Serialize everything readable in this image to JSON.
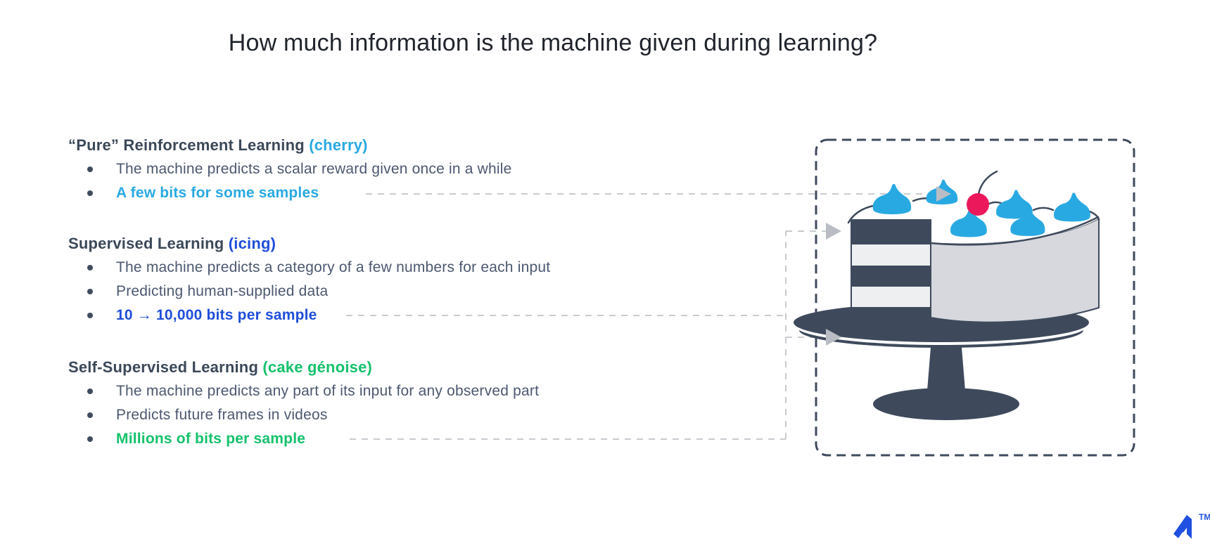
{
  "title": "How much information is the machine given during learning?",
  "sections": [
    {
      "heading": "“Pure” Reinforcement Learning",
      "tag": "(cherry)",
      "tag_color": "#29a9e2",
      "bullets": [
        {
          "text": "The machine predicts a scalar reward given once in a while",
          "emphasis": false
        },
        {
          "text": "A few bits for some samples",
          "emphasis": true,
          "color": "#29a9e2"
        }
      ]
    },
    {
      "heading": "Supervised Learning",
      "tag": "(icing)",
      "tag_color": "#1f4edb",
      "bullets": [
        {
          "text": "The machine predicts a category of a few numbers for each input",
          "emphasis": false
        },
        {
          "text": "Predicting human-supplied data",
          "emphasis": false
        },
        {
          "text": "10 → 10,000 bits per sample",
          "emphasis": true,
          "color": "#1f4edb"
        }
      ]
    },
    {
      "heading": "Self-Supervised Learning",
      "tag": "(cake génoise)",
      "tag_color": "#15c16b",
      "bullets": [
        {
          "text": "The machine predicts any part of its input for any observed part",
          "emphasis": false
        },
        {
          "text": "Predicts future frames in videos",
          "emphasis": false
        },
        {
          "text": "Millions of bits per sample",
          "emphasis": true,
          "color": "#15c16b"
        }
      ]
    }
  ],
  "illustration": {
    "parts": [
      "cherry-icon",
      "icing-dollop-icon",
      "layer-cake-slice",
      "cake-stand",
      "dashed-frame",
      "connector-arrows"
    ],
    "colors": {
      "navy": "#3e4a5c",
      "dollop_blue": "#29a9e2",
      "cherry_red": "#eb195b",
      "cake_gray": "#d6d8dd",
      "connector_gray": "#c9cbcf",
      "arrowhead_gray": "#b9bdc3"
    }
  },
  "logo": {
    "trademark": "TM",
    "color": "#2050e0"
  }
}
